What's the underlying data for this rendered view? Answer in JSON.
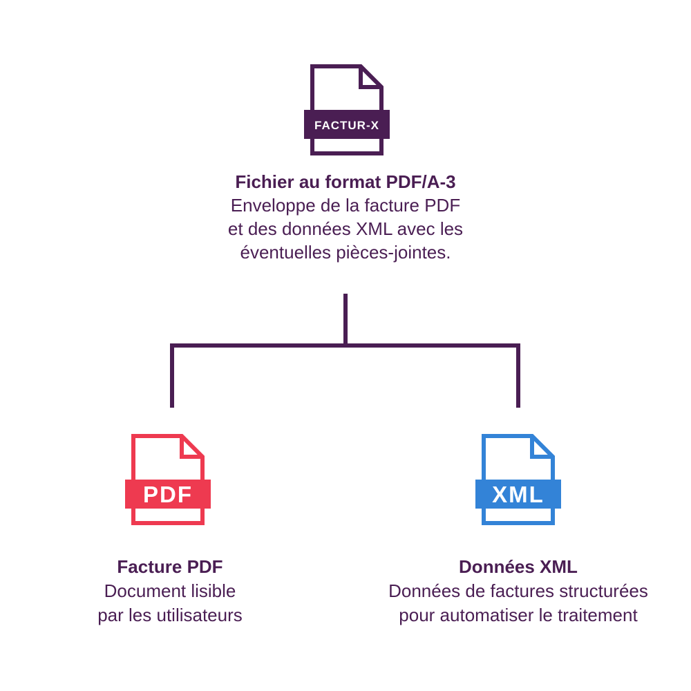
{
  "colors": {
    "background": "#ffffff",
    "purple": "#4a1e53",
    "red": "#ee3a50",
    "blue": "#3383d7",
    "label_text": "#ffffff"
  },
  "diagram": {
    "type": "tree",
    "root": {
      "icon": "factur-x-file-icon",
      "icon_label": "FACTUR-X",
      "title": "Fichier au format PDF/A-3",
      "description_lines": [
        "Enveloppe de la facture PDF",
        "et des données XML avec les",
        "éventuelles pièces-jointes."
      ]
    },
    "children": [
      {
        "icon": "pdf-file-icon",
        "icon_label": "PDF",
        "icon_color": "#ee3a50",
        "title": "Facture PDF",
        "description_lines": [
          "Document lisible",
          "par les utilisateurs"
        ]
      },
      {
        "icon": "xml-file-icon",
        "icon_label": "XML",
        "icon_color": "#3383d7",
        "title": "Données XML",
        "description_lines": [
          "Données de factures structurées",
          "pour automatiser le traitement"
        ]
      }
    ]
  }
}
